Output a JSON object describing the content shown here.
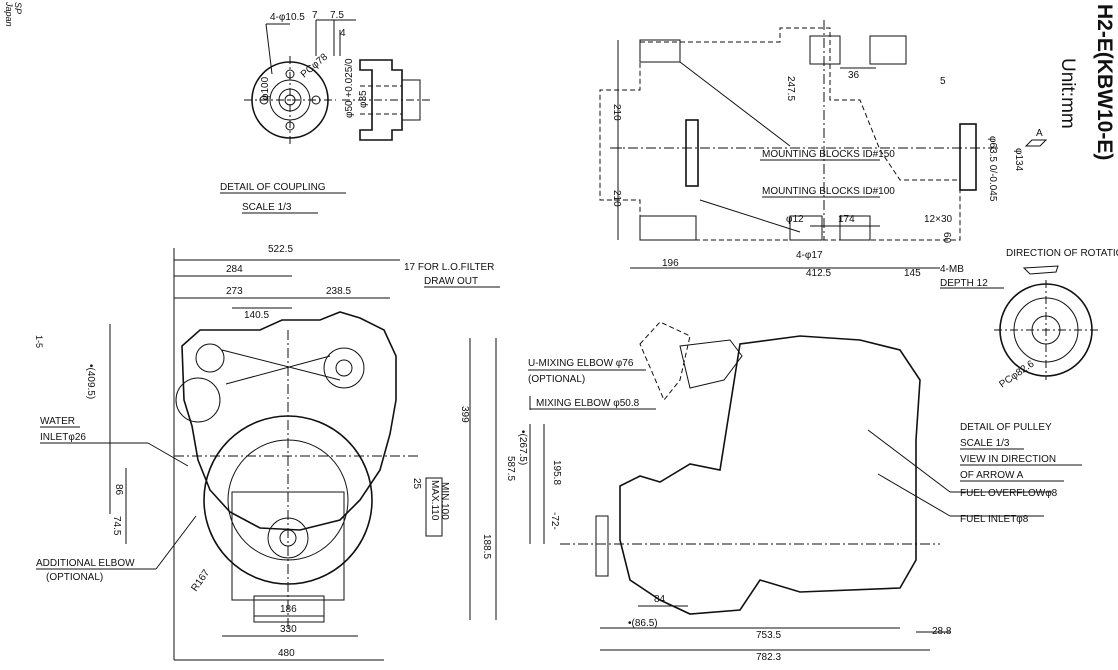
{
  "title": "H2-E(KBW10-E)",
  "unit": "Unit:mm",
  "side_note": [
    "Japan",
    "SP"
  ],
  "page_num": "1-5",
  "coupling": {
    "label": "DETAIL OF COUPLING",
    "scale": "SCALE 1/3",
    "holes": "4-φ10.5",
    "pcd": "PCφ78",
    "d100": "φ100",
    "d50": "φ50 +0.025/0",
    "d35": "φ35",
    "w7": "7",
    "w75": "7.5",
    "w4": "4"
  },
  "top_view": {
    "d210a": "210",
    "d210b": "210",
    "d2475": "247.5",
    "d36": "36",
    "d5": "5",
    "mb150": "MOUNTING BLOCKS ID#150",
    "mb100": "MOUNTING BLOCKS ID#100",
    "d12": "φ12",
    "d174": "174",
    "d12x30": "12×30",
    "d60": "60",
    "holes17": "4-φ17",
    "d196": "196",
    "d4125": "412.5",
    "d145": "145",
    "d635": "φ63.5 0/-0.045",
    "d134": "φ134",
    "arrow": "A"
  },
  "pulley": {
    "rotation": "DIRECTION OF ROTATION",
    "mb": "4-MB",
    "depth": "DEPTH 12",
    "pcd": "PCφ82.6",
    "l1": "DETAIL OF PULLEY",
    "l2": "SCALE 1/3",
    "l3": "VIEW IN DIRECTION",
    "l4": "OF ARROW A"
  },
  "front_view": {
    "d5225": "522.5",
    "d284": "284",
    "d273": "273",
    "d2385": "238.5",
    "d1405": "140.5",
    "lofilter": "17 FOR L.O.FILTER",
    "drawout": "DRAW OUT",
    "d4095": "•(409.5)",
    "d399": "399",
    "d5875": "587.5",
    "d86": "86",
    "d745": "74.5",
    "d25": "25",
    "max110": "MAX.110",
    "min100": "MIN.100",
    "d1885": "188.5",
    "r167": "R167",
    "d186": "186",
    "d330": "330",
    "d480": "480",
    "water1": "WATER",
    "water2": "INLETφ26",
    "elbow1": "ADDITIONAL ELBOW",
    "elbow2": "(OPTIONAL)"
  },
  "side_view": {
    "umix": "U-MIXING ELBOW φ76",
    "optional": "(OPTIONAL)",
    "mix": "MIXING ELBOW φ50.8",
    "d2675": "•(267.5)",
    "d1958": "195.8",
    "d72": "-72-",
    "d84": "84",
    "d865": "•(86.5)",
    "d7535": "753.5",
    "d7823": "782.3",
    "d288": "28.8",
    "fuel_over": "FUEL OVERFLOWφ8",
    "fuel_in": "FUEL INLETφ8"
  }
}
